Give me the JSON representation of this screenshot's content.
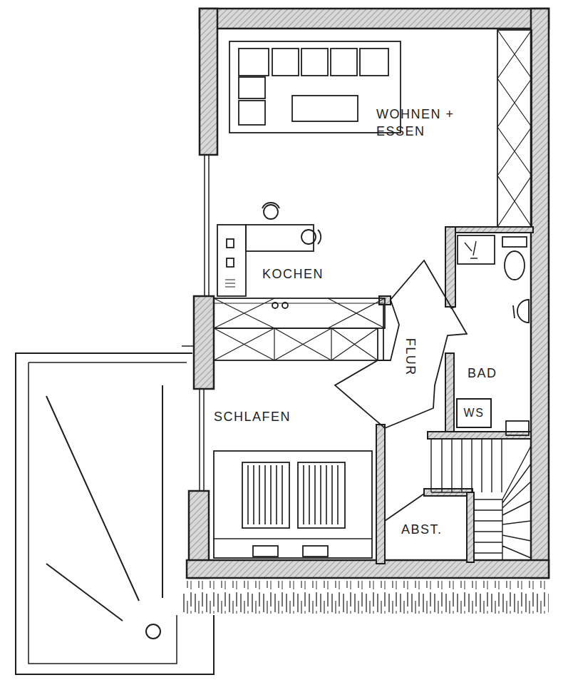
{
  "diagram": {
    "nodes": [
      {
        "text": [
          "WOHNEN + ESSEN"
        ]
      },
      {
        "text": [
          "KOCHEN"
        ]
      },
      {
        "text": [
          "FLUR"
        ]
      },
      {
        "text": [
          "BAD"
        ]
      },
      {
        "text": [
          "WS"
        ],
        "in": 3
      },
      {
        "text": [
          "SCHLAFEN"
        ]
      },
      {
        "text": [
          "ABST."
        ]
      }
    ]
  }
}
